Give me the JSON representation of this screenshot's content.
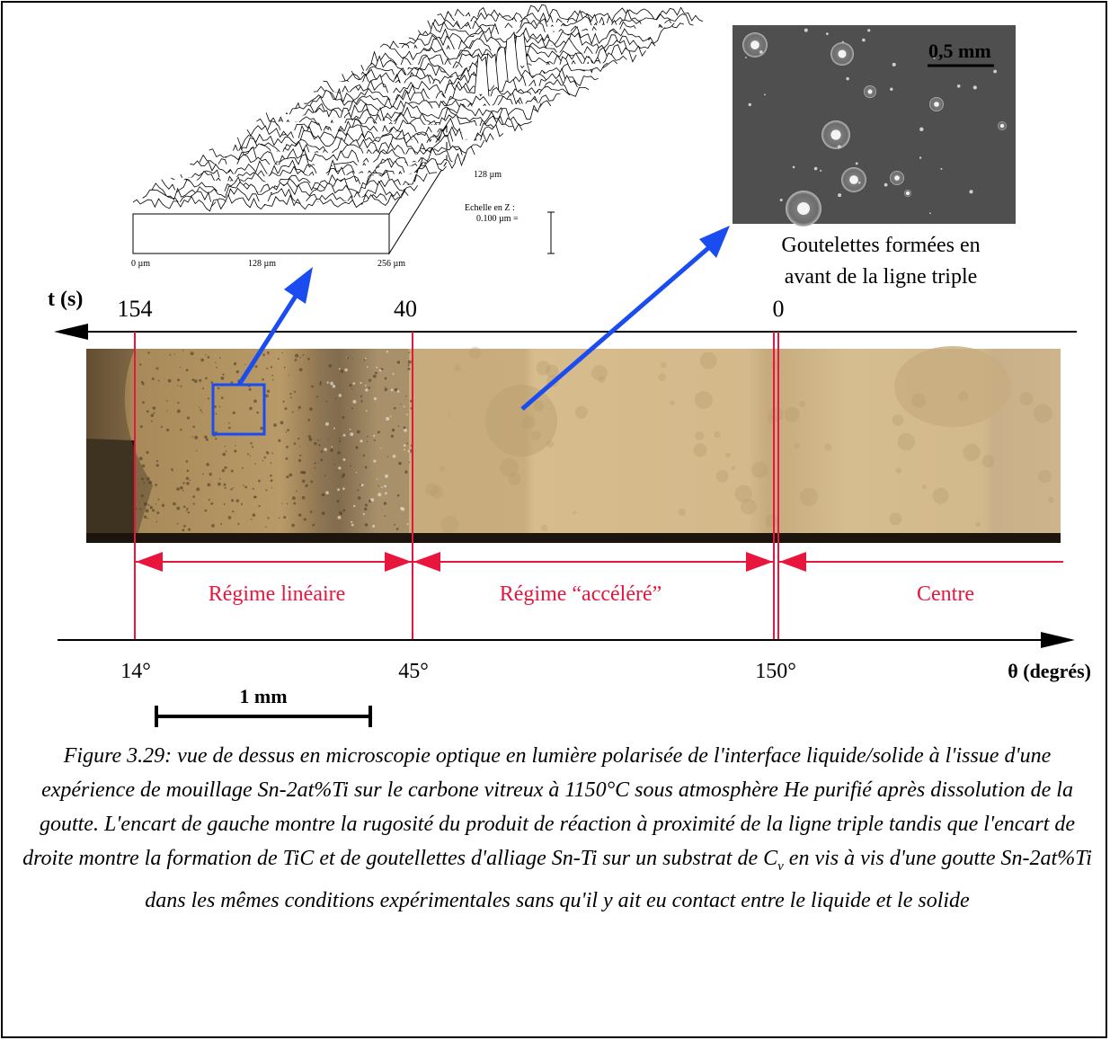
{
  "profile_inset": {
    "axis_x_start": "0 µm",
    "axis_x_mid": "128 µm",
    "axis_x_end": "256 µm",
    "axis_depth": "128 µm",
    "z_scale_label": "Echelle en Z :",
    "z_scale_value": "0.100 µm ="
  },
  "sem_inset": {
    "scale_bar_label": "0,5 mm",
    "caption_line1": "Goutelettes formées en",
    "caption_line2": "avant de la ligne triple"
  },
  "time_axis": {
    "label": "t (s)",
    "ticks": [
      "154",
      "40",
      "0"
    ]
  },
  "regimes": [
    "Régime linéaire",
    "Régime “accéléré”",
    "Centre"
  ],
  "angle_axis": {
    "label": "θ (degrés)",
    "ticks": [
      "14°",
      "45°",
      "150°"
    ]
  },
  "scale_bar": {
    "label": "1 mm"
  },
  "caption": {
    "part1": "Figure 3.29: vue de dessus en microscopie optique en lumière polarisée de l'interface liquide/solide à l'issue d'une expérience de mouillage Sn-2at%Ti sur le carbone vitreux à 1150°C sous atmosphère He purifié après dissolution de la goutte. L'encart de gauche montre la rugosité du produit de réaction à proximité de la ligne triple tandis que l'encart de droite montre la formation de TiC et de goutellettes d'alliage Sn-Ti sur un substrat de C",
    "sub": "v",
    "part2": " en vis à vis d'une goutte Sn-2at%Ti dans les mêmes conditions expérimentales sans qu'il y ait eu contact entre le liquide et le solide"
  },
  "colors": {
    "regime_red": "#e8163c",
    "arrow_blue": "#1a4cf0",
    "sem_background": "#4f4f4f"
  }
}
